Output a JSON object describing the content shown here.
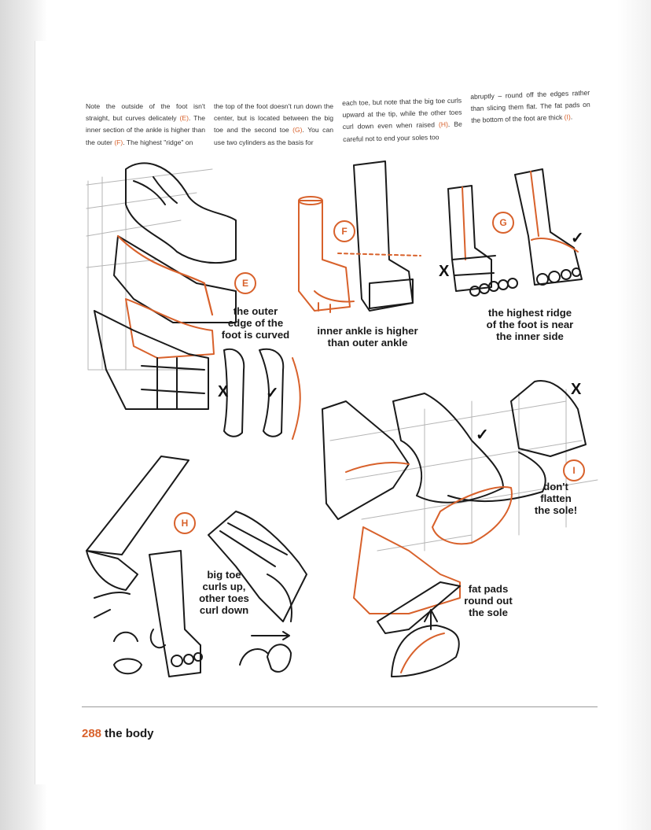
{
  "body_text": {
    "col1": {
      "pre": "Note the outside of the foot isn't straight, but curves delicately ",
      "ref1": "(E)",
      "mid": ". The inner section of the ankle is higher than the outer ",
      "ref2": "(F)",
      "post": ". The highest \"ridge\" on"
    },
    "col2": {
      "pre": "the top of the foot doesn't run down the center, but is located between the big toe and the second toe ",
      "ref1": "(G)",
      "post": ". You can use two cylinders as the basis for"
    },
    "col3": {
      "pre": "each toe, but note that the big toe curls upward at the tip, while the other toes curl down even when raised ",
      "ref1": "(H)",
      "post": ". Be careful not to end your soles too"
    },
    "col4": {
      "pre": "abruptly – round off the edges rather than slicing them flat. The fat pads on the bottom of the foot are thick ",
      "ref1": "(I)",
      "post": "."
    }
  },
  "letters": {
    "e": "E",
    "f": "F",
    "g": "G",
    "h": "H",
    "i": "I"
  },
  "captions": {
    "e": "the outer edge of the foot is curved",
    "f": "inner ankle is higher than outer ankle",
    "g": "the highest ridge of the foot is near the inner side",
    "h": "big toe curls up, other toes curl down",
    "i": "don't flatten the sole!",
    "fat": "fat pads round out the sole"
  },
  "marks": {
    "wrong": "X",
    "right": "✓"
  },
  "footer": {
    "page_number": "288",
    "section": "the body"
  },
  "colors": {
    "accent": "#d8612b",
    "ink": "#1a1a1a"
  }
}
